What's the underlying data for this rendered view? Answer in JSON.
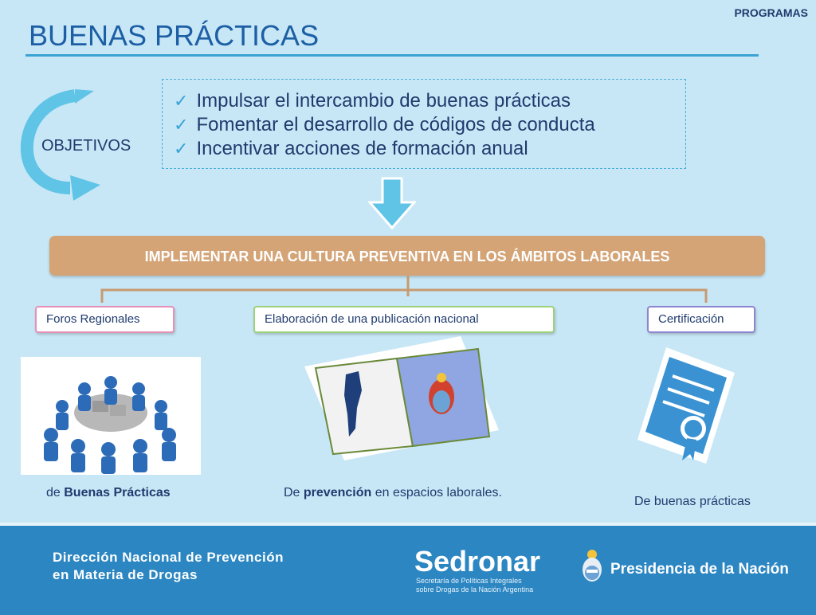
{
  "header": {
    "section": "PROGRAMAS",
    "title": "BUENAS PRÁCTICAS"
  },
  "objetivos": {
    "label": "OBJETIVOS",
    "items": [
      "Impulsar el intercambio de buenas prácticas",
      "Fomentar el desarrollo de códigos de conducta",
      "Incentivar acciones de formación anual"
    ]
  },
  "banner": "IMPLEMENTAR UNA CULTURA PREVENTIVA EN LOS ÁMBITOS LABORALES",
  "columns": [
    {
      "tag": "Foros Regionales",
      "caption_pre": "de ",
      "caption_bold": "Buenas Prácticas",
      "caption_post": "",
      "icon": "people-puzzle-icon"
    },
    {
      "tag": "Elaboración de una publicación nacional",
      "caption_pre": "De ",
      "caption_bold": "prevención",
      "caption_post": " en espacios laborales.",
      "icon": "book-icon"
    },
    {
      "tag": "Certificación",
      "caption_pre": "De buenas prácticas",
      "caption_bold": "",
      "caption_post": "",
      "icon": "certificate-icon"
    }
  ],
  "footer": {
    "direccion_line1": "Dirección Nacional de Prevención",
    "direccion_line2": "en Materia de Drogas",
    "sedronar": "Sedronar",
    "sedronar_sub1": "Secretaría de Políticas Integrales",
    "sedronar_sub2": "sobre Drogas de la Nación Argentina",
    "presidencia": "Presidencia de la Nación"
  },
  "colors": {
    "background": "#c8e7f6",
    "title": "#1c5fa5",
    "banner": "#d4a477",
    "footer": "#2b86c2"
  }
}
